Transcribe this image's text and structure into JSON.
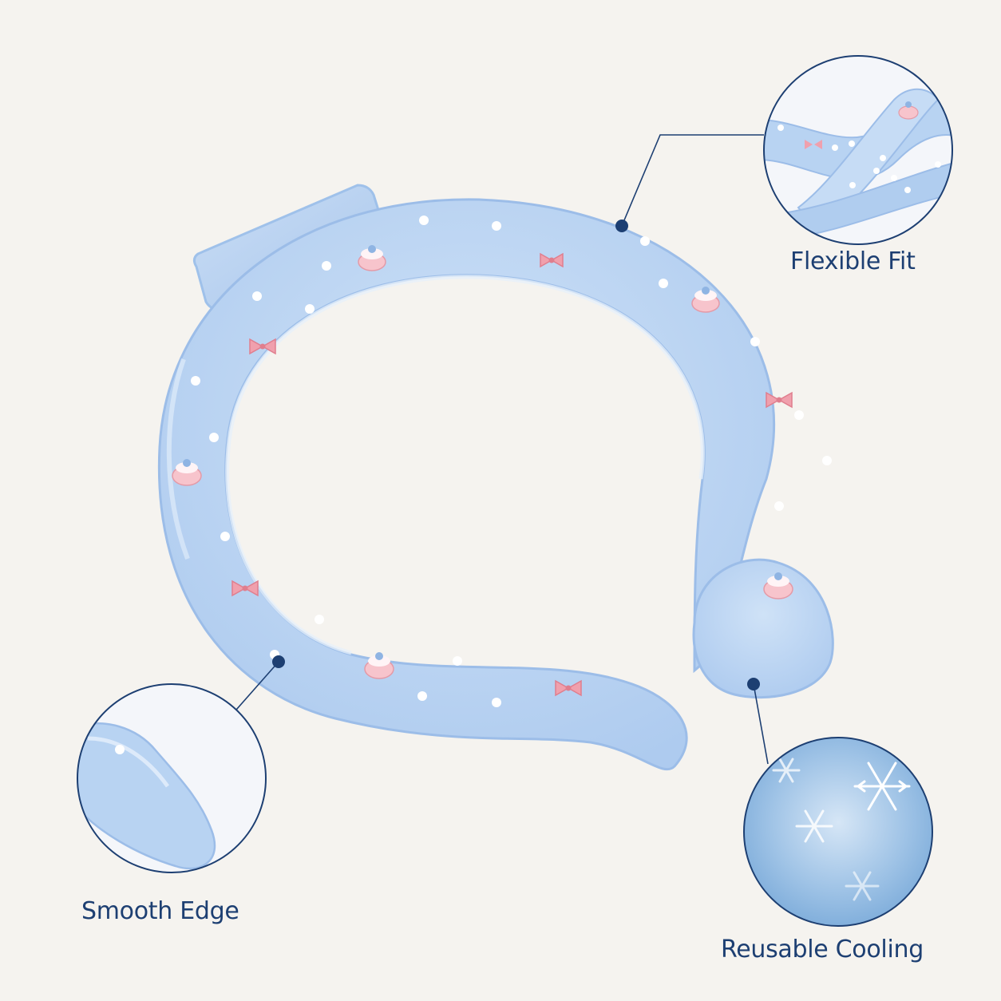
{
  "features": {
    "flexible_fit": {
      "label": "Flexible Fit",
      "icon": "twisted-tube-closeup"
    },
    "smooth_edge": {
      "label": "Smooth Edge",
      "icon": "rounded-end-closeup"
    },
    "reusable_cooling": {
      "label": "Reusable Cooling",
      "icon": "snowflake-ice-closeup"
    }
  },
  "colors": {
    "background": "#f5f3ef",
    "label_text": "#1d3f72",
    "callout_line": "#1d3f72",
    "ring_fill": "#b6d2f2",
    "ring_edge": "#9fc1ea",
    "dot": "#ffffff",
    "bow_pink": "#f0a0ad",
    "cake_pink": "#f7c4cc"
  }
}
